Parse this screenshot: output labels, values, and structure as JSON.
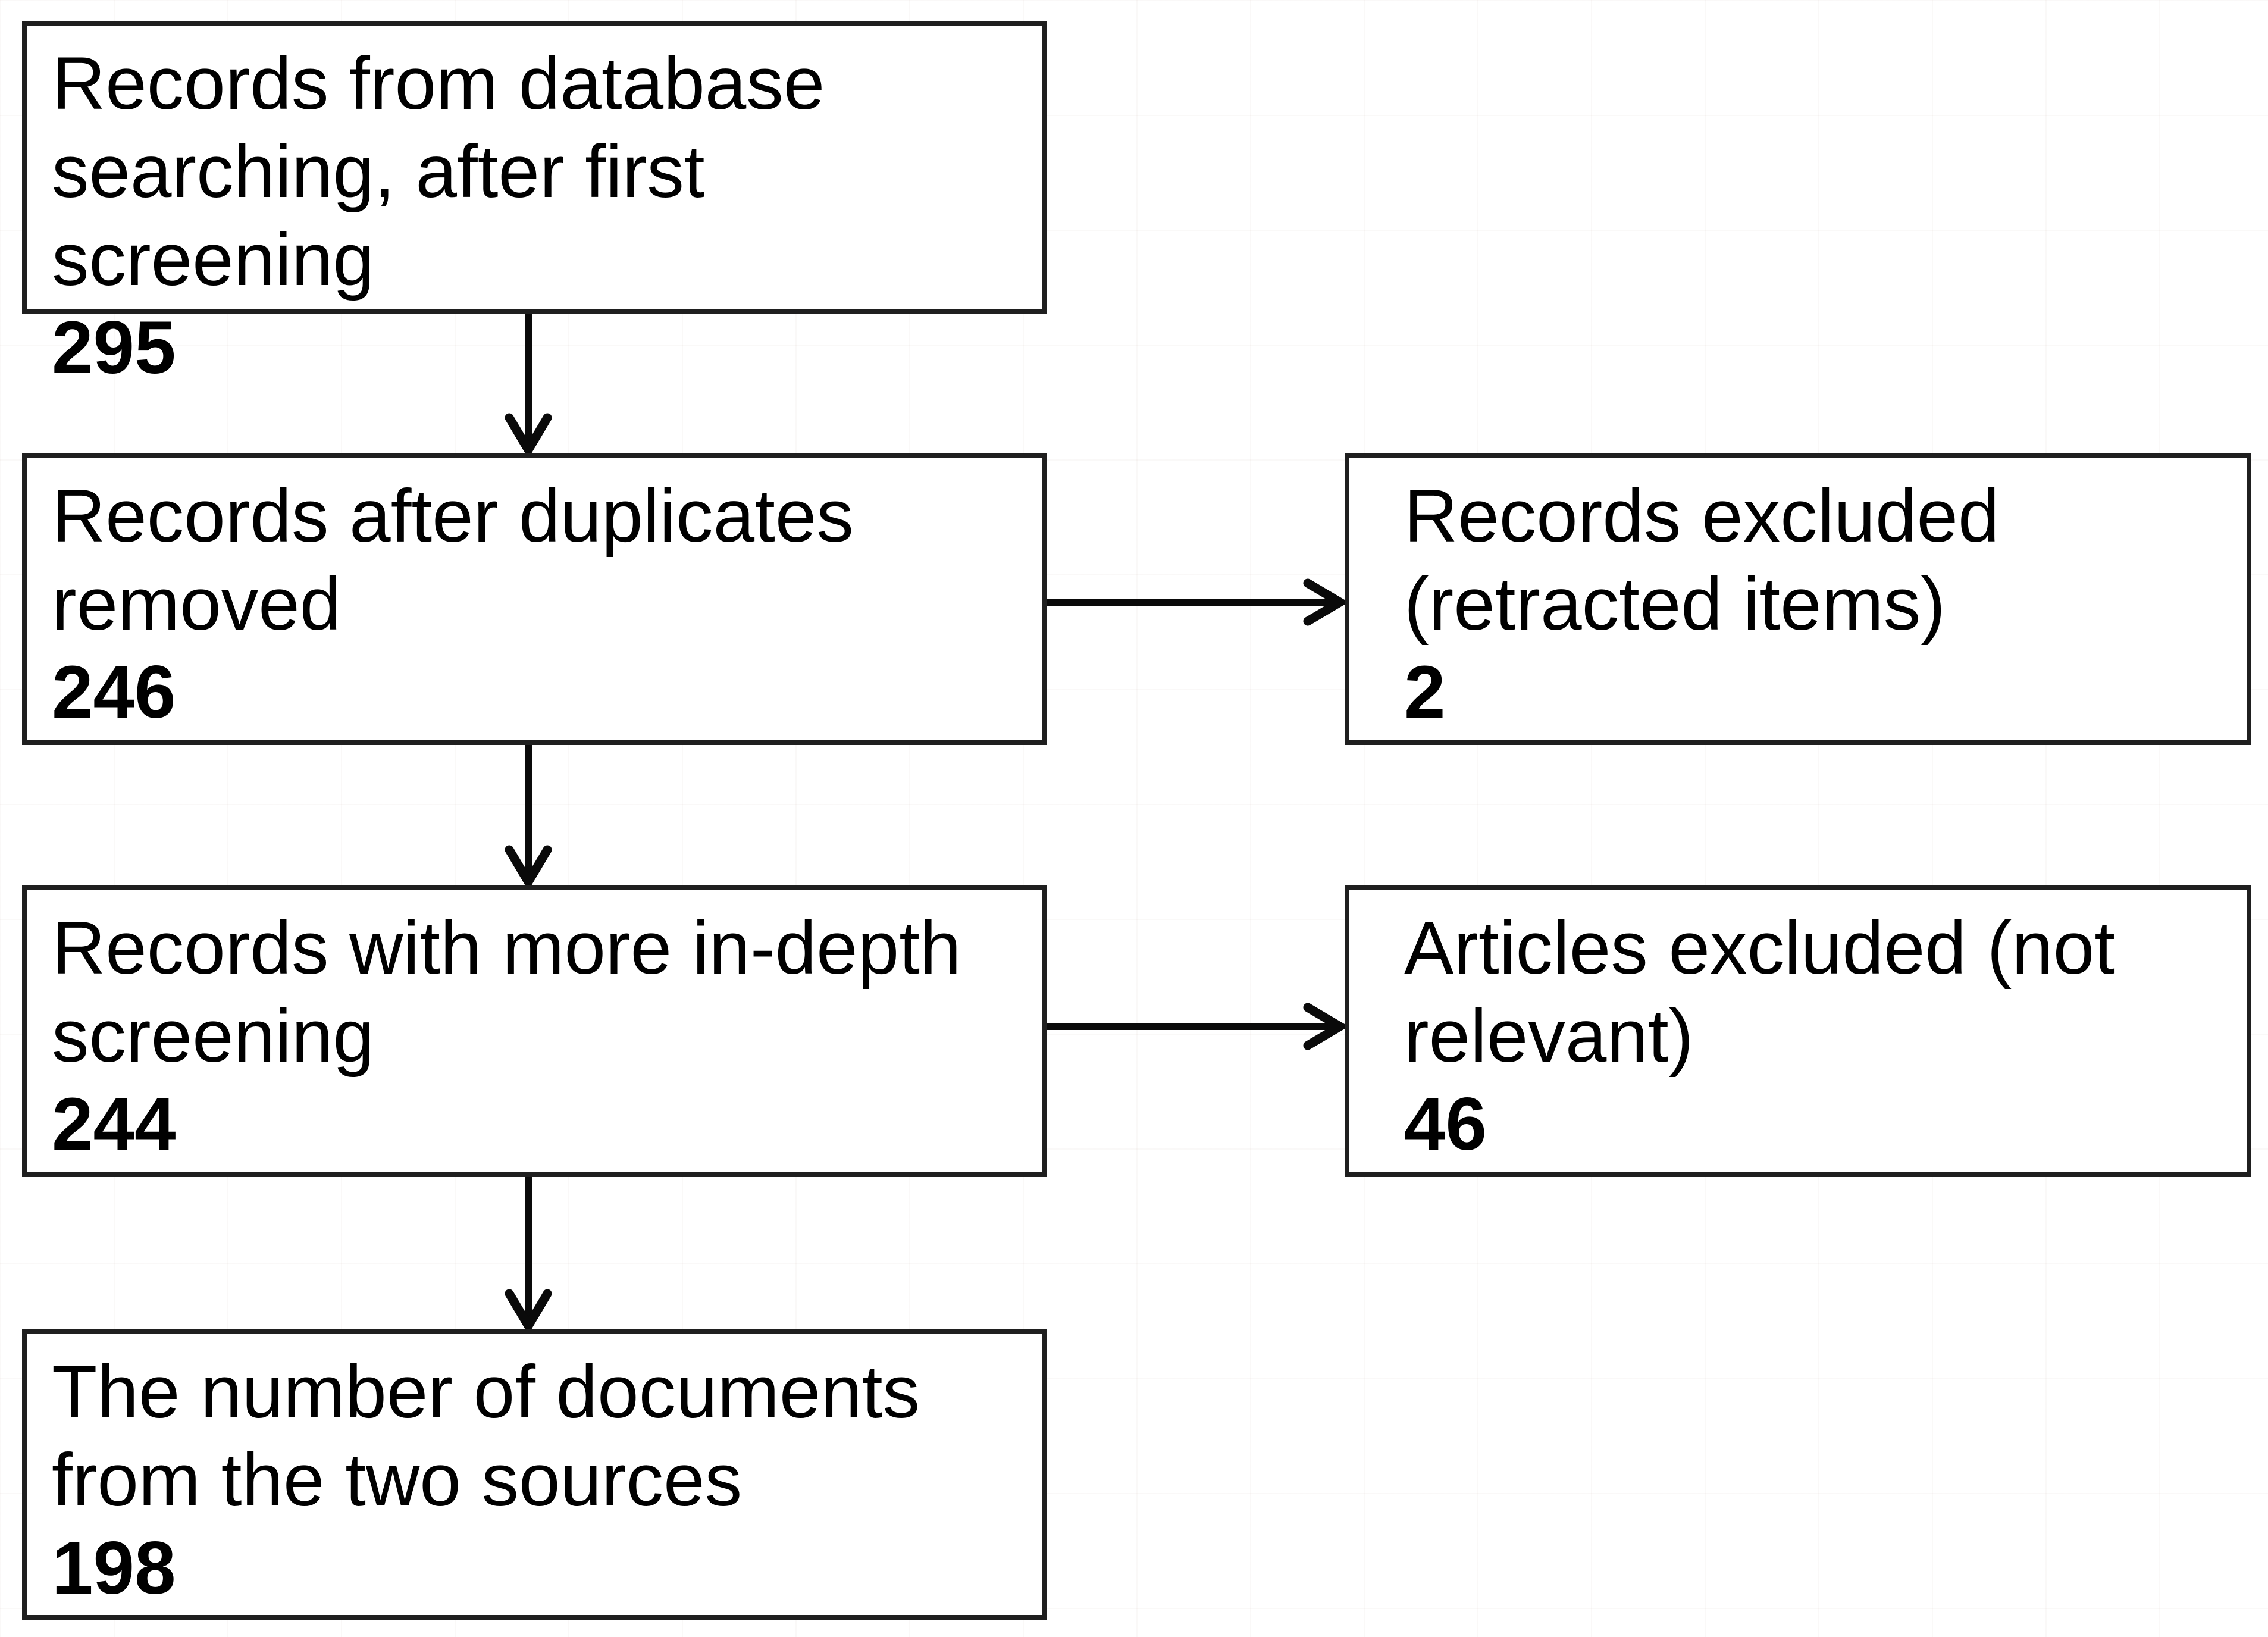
{
  "colors": {
    "background": "#ffffff",
    "box_border": "#1f1f1f",
    "text": "#000000",
    "arrow": "#0a0a0a"
  },
  "flowchart": {
    "boxes": [
      {
        "name": "records-from-database-searching",
        "lines": [
          "Records from database",
          "searching, after first screening"
        ],
        "count": "295"
      },
      {
        "name": "records-after-duplicates-removed",
        "lines": [
          "Records after duplicates",
          "removed"
        ],
        "count": "246"
      },
      {
        "name": "records-more-in-depth-screening",
        "lines": [
          "Records with more in-depth",
          "screening"
        ],
        "count": "244"
      },
      {
        "name": "documents-from-two-sources",
        "lines": [
          "The number of documents",
          "from the two sources"
        ],
        "count": "198"
      },
      {
        "name": "records-excluded-retracted-items",
        "lines": [
          "Records excluded",
          "(retracted items)"
        ],
        "count": "2"
      },
      {
        "name": "articles-excluded-not-relevant",
        "lines": [
          "Articles excluded (not",
          "relevant)"
        ],
        "count": "46"
      }
    ]
  }
}
